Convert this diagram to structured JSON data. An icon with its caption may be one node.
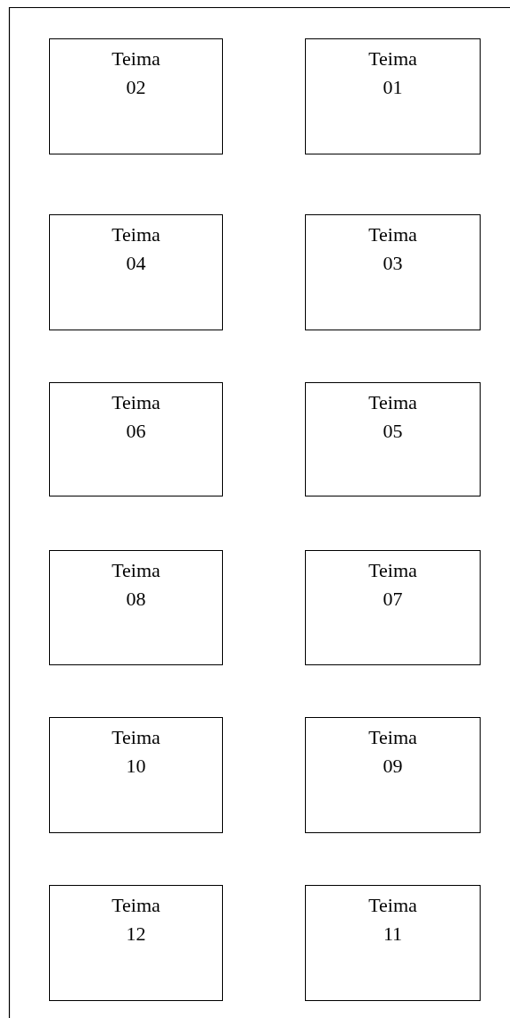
{
  "diagram": {
    "nodes": [
      {
        "text": [
          "Teima 02"
        ]
      },
      {
        "text": [
          "Teima 01"
        ]
      },
      {
        "text": [
          "Teima 04"
        ]
      },
      {
        "text": [
          "Teima 03"
        ]
      },
      {
        "text": [
          "Teima 06"
        ]
      },
      {
        "text": [
          "Teima 05"
        ]
      },
      {
        "text": [
          "Teima 08"
        ]
      },
      {
        "text": [
          "Teima 07"
        ]
      },
      {
        "text": [
          "Teima 10"
        ]
      },
      {
        "text": [
          "Teima 09"
        ]
      },
      {
        "text": [
          "Teima 12"
        ]
      },
      {
        "text": [
          "Teima 11"
        ]
      }
    ]
  }
}
